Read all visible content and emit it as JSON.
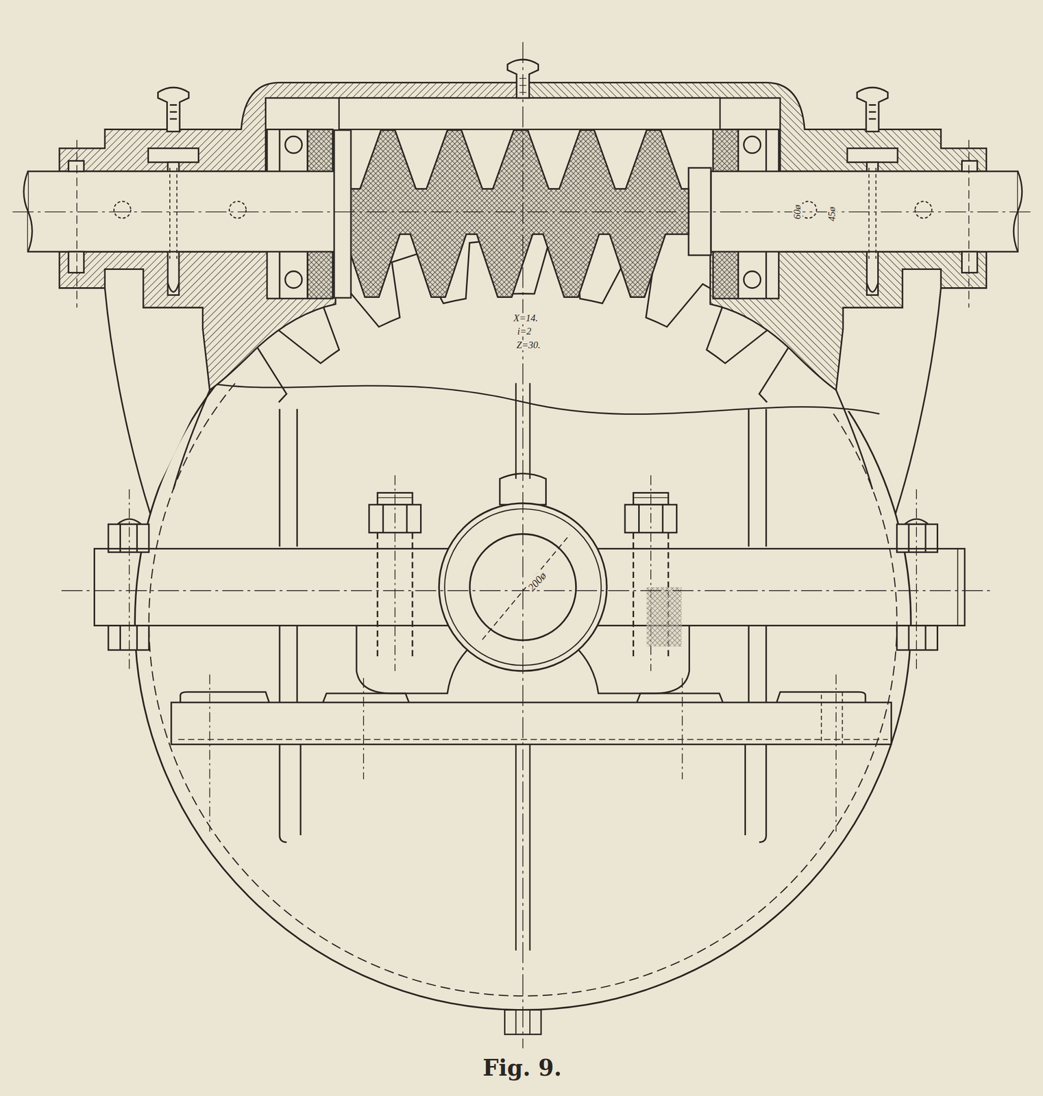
{
  "diagram": {
    "caption": "Fig. 9.",
    "labels": [
      "X=14.",
      "i=2",
      "Z=30.",
      "200ø",
      "60ø",
      "45ø"
    ]
  }
}
